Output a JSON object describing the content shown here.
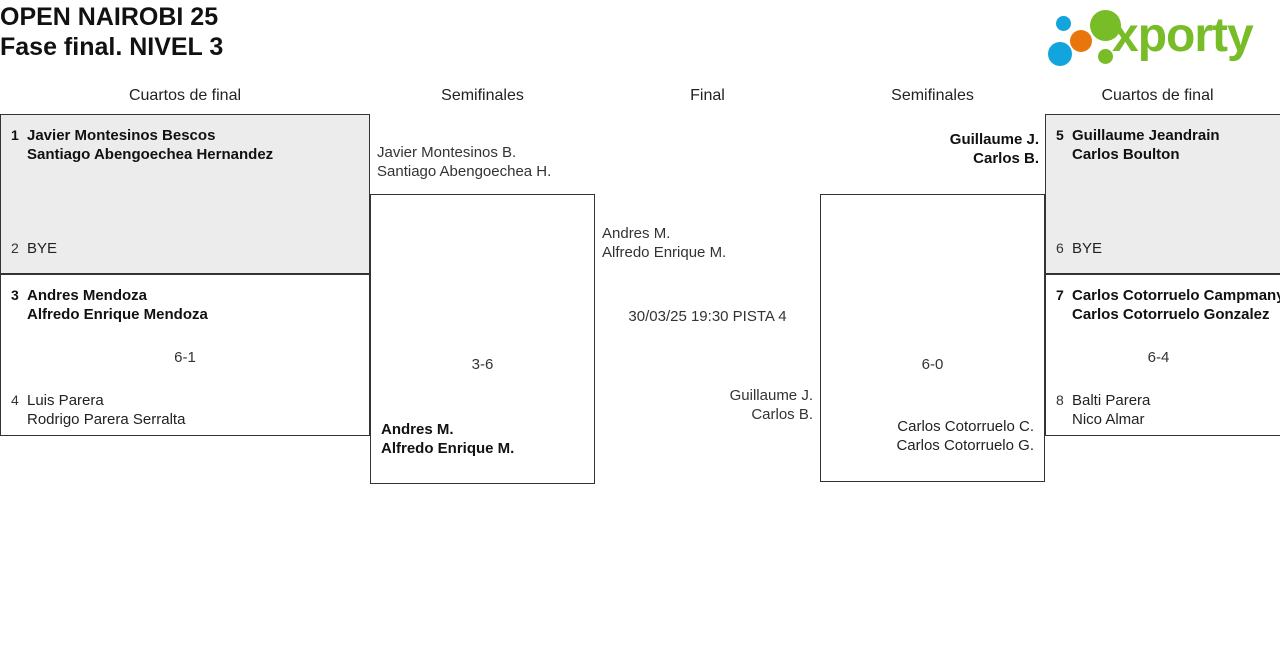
{
  "header": {
    "title_line1": "OPEN NAIROBI 25",
    "title_line2": "Fase final. NIVEL 3",
    "logo": {
      "wordmark": "xporty",
      "colors": {
        "green": "#78bc27",
        "blue": "#12a4dc",
        "orange": "#e8760c"
      },
      "dots": [
        "blue-small-dot",
        "orange-dot",
        "green-large-dot",
        "blue-large-dot",
        "green-small-dot"
      ]
    }
  },
  "rounds": [
    {
      "id": "qf-left",
      "label": "Cuartos de final"
    },
    {
      "id": "sf-left",
      "label": "Semifinales"
    },
    {
      "id": "final",
      "label": "Final"
    },
    {
      "id": "sf-right",
      "label": "Semifinales"
    },
    {
      "id": "qf-right",
      "label": "Cuartos de final"
    }
  ],
  "matches": {
    "qf1": {
      "top": {
        "seed": "1",
        "players": [
          "Javier Montesinos Bescos",
          "Santiago Abengoechea Hernandez"
        ],
        "winner": true
      },
      "bottom": {
        "seed": "2",
        "players": [
          "BYE"
        ],
        "winner": false
      },
      "score": ""
    },
    "qf2": {
      "top": {
        "seed": "3",
        "players": [
          "Andres Mendoza",
          "Alfredo Enrique Mendoza"
        ],
        "winner": true
      },
      "bottom": {
        "seed": "4",
        "players": [
          "Luis Parera",
          "Rodrigo Parera Serralta"
        ],
        "winner": false
      },
      "score": "6-1"
    },
    "qf3": {
      "top": {
        "seed": "5",
        "players": [
          "Guillaume Jeandrain",
          "Carlos Boulton"
        ],
        "winner": true
      },
      "bottom": {
        "seed": "6",
        "players": [
          "BYE"
        ],
        "winner": false
      },
      "score": ""
    },
    "qf4": {
      "top": {
        "seed": "7",
        "players": [
          "Carlos Cotorruelo Campmany",
          "Carlos Cotorruelo Gonzalez"
        ],
        "winner": true
      },
      "bottom": {
        "seed": "8",
        "players": [
          "Balti Parera",
          "Nico Almar"
        ],
        "winner": false
      },
      "score": "6-4"
    },
    "sf1": {
      "top": {
        "players": [
          "Javier Montesinos B.",
          "Santiago Abengoechea H."
        ],
        "winner": false
      },
      "bottom": {
        "players": [
          "Andres M.",
          "Alfredo Enrique M."
        ],
        "winner": true
      },
      "score": "3-6"
    },
    "sf2": {
      "top": {
        "players": [
          "Guillaume J.",
          "Carlos B."
        ],
        "winner": true
      },
      "bottom": {
        "players": [
          "Carlos Cotorruelo C.",
          "Carlos Cotorruelo G."
        ],
        "winner": false
      },
      "score": "6-0"
    },
    "final": {
      "top": {
        "players": [
          "Andres M.",
          "Alfredo Enrique M."
        ],
        "winner": false
      },
      "bottom": {
        "players": [
          "Guillaume J.",
          "Carlos B."
        ],
        "winner": false
      },
      "score": "30/03/25 19:30 PISTA 4"
    }
  }
}
